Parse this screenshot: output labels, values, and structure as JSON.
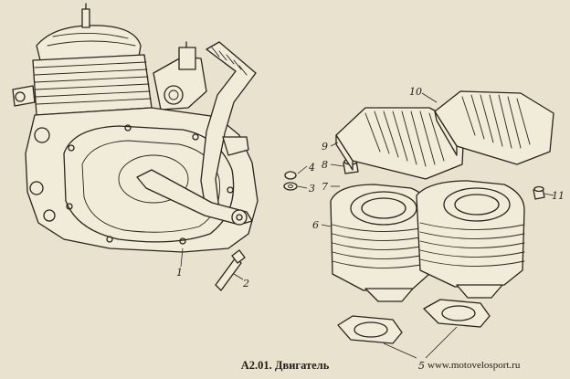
{
  "caption": "A2.01. Двигатель",
  "website": "www.motovelosport.ru",
  "callouts": [
    {
      "id": "1",
      "label": "1"
    },
    {
      "id": "2",
      "label": "2"
    },
    {
      "id": "3",
      "label": "3"
    },
    {
      "id": "4",
      "label": "4"
    },
    {
      "id": "5",
      "label": "5"
    },
    {
      "id": "6",
      "label": "6"
    },
    {
      "id": "7",
      "label": "7"
    },
    {
      "id": "8",
      "label": "8"
    },
    {
      "id": "9",
      "label": "9"
    },
    {
      "id": "10",
      "label": "10"
    },
    {
      "id": "11",
      "label": "11"
    }
  ],
  "colors": {
    "paper": "#e9e2cf",
    "ink": "#2a241c"
  }
}
